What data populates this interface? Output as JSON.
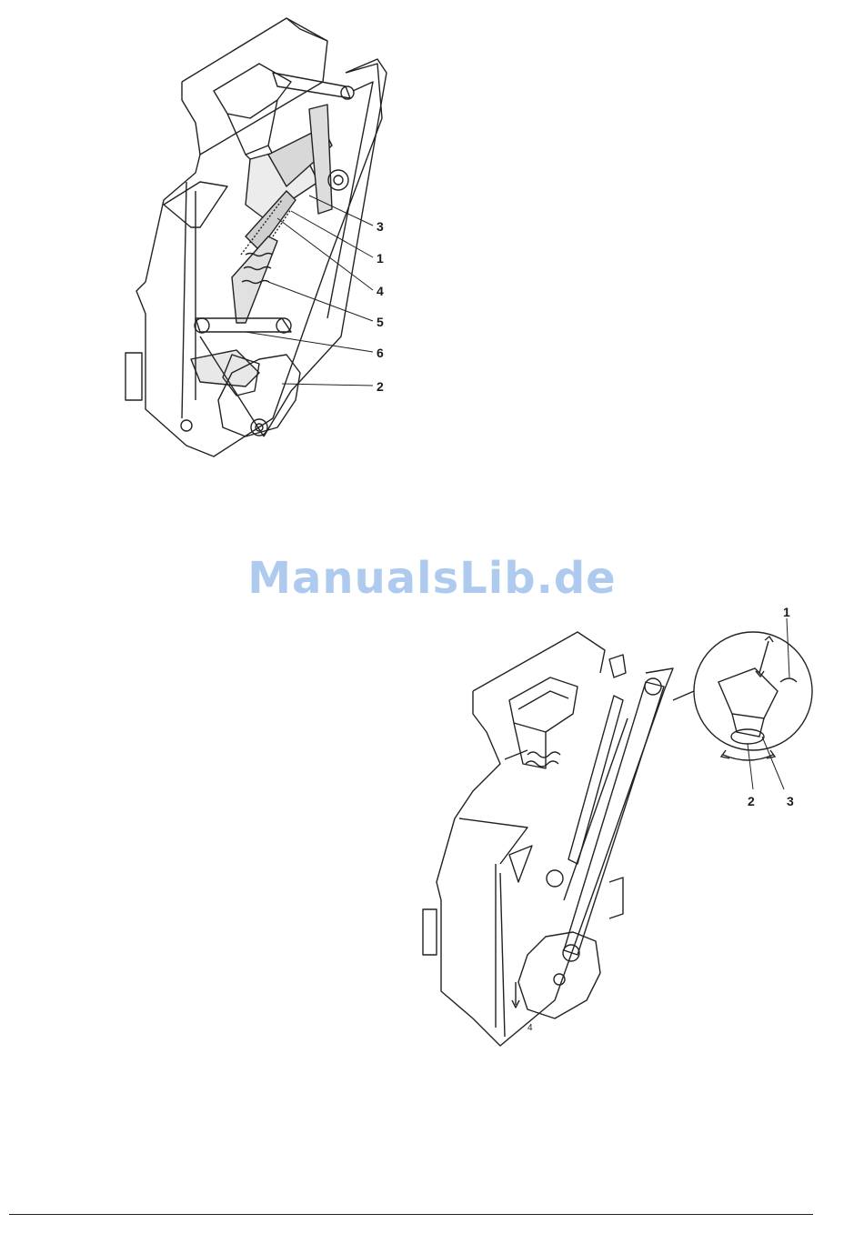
{
  "figure_top": {
    "callouts": [
      {
        "label": "3"
      },
      {
        "label": "1"
      },
      {
        "label": "4"
      },
      {
        "label": "5"
      },
      {
        "label": "6"
      },
      {
        "label": "2"
      }
    ]
  },
  "watermark": {
    "text": "ManualsLib.de",
    "color": "#aecbef"
  },
  "figure_bottom": {
    "callouts": [
      {
        "label": "1"
      },
      {
        "label": "2"
      },
      {
        "label": "3"
      }
    ],
    "dial_mark": "4"
  }
}
